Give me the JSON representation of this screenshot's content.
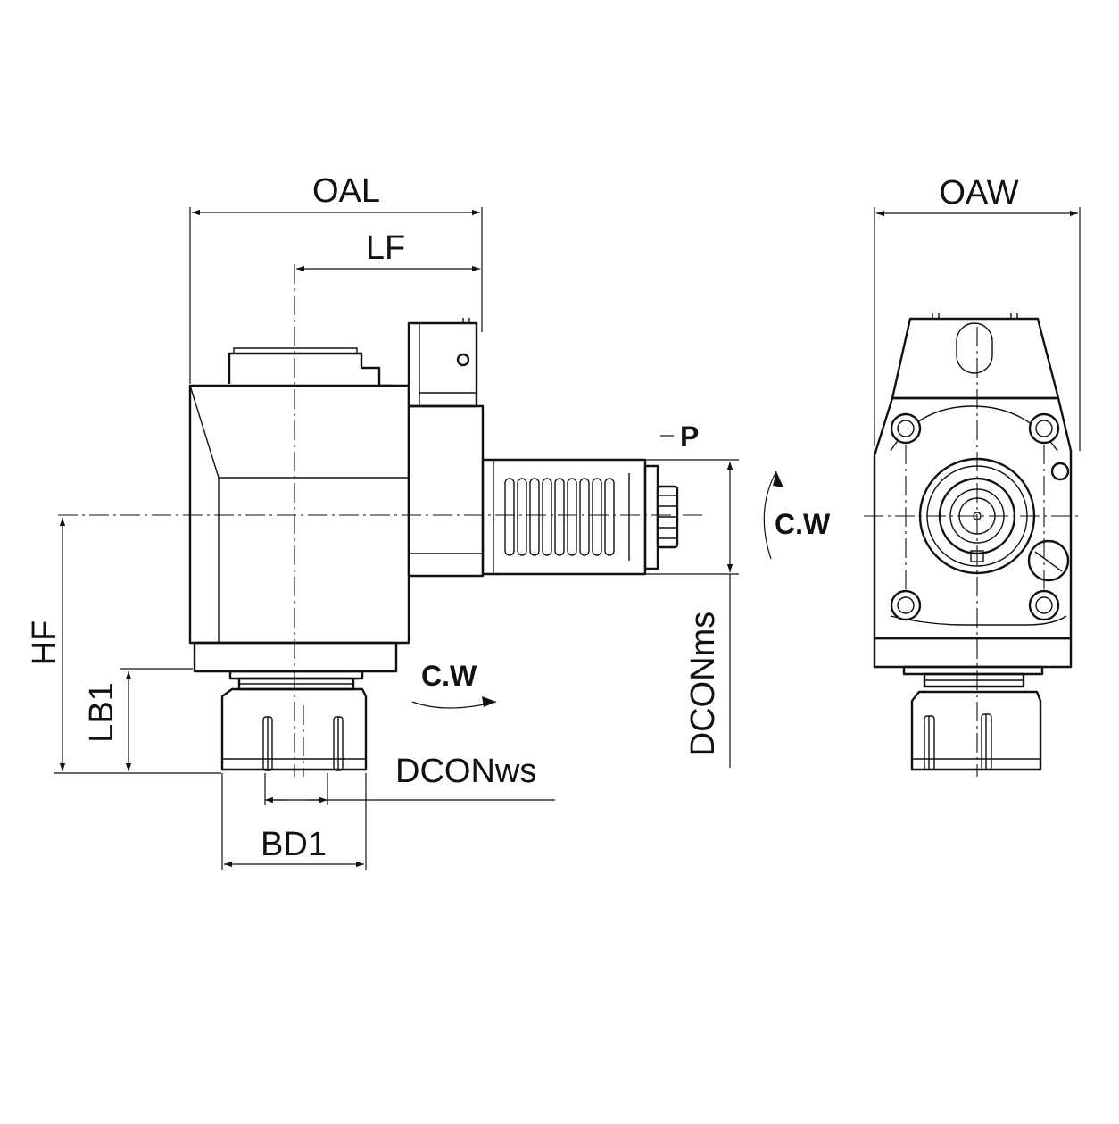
{
  "labels": {
    "oal": "OAL",
    "lf": "LF",
    "oaw": "OAW",
    "hf": "HF",
    "lb1": "LB1",
    "bd1": "BD1",
    "dcon_ws": "DCONws",
    "dcon_ms": "DCONms",
    "p": "P",
    "cw_side": "C.W",
    "cw_bottom": "C.W"
  }
}
